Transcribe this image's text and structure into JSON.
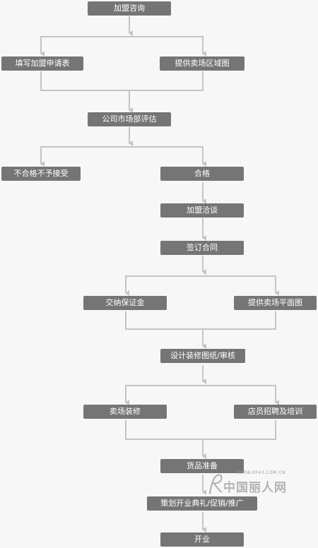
{
  "nodes": {
    "consult": "加盟咨询",
    "apply_form": "填写加盟申请表",
    "area_map": "提供卖场区域图",
    "evaluate": "公司市场部评估",
    "reject": "不合格不予接受",
    "qualified": "合格",
    "negotiate": "加盟洽谈",
    "sign": "签订合同",
    "deposit": "交纳保证金",
    "floor_plan": "提供卖场平面图",
    "design": "设计装修图纸/审核",
    "decorate": "卖场装修",
    "staff": "店员招聘及培训",
    "goods": "货品准备",
    "opening_plan": "策划开业典礼/促销/推广",
    "open": "开业"
  },
  "watermark": {
    "url": "WWW.EF43.COM.CN",
    "text": "中国丽人网"
  },
  "colors": {
    "node_fill": "#757575",
    "node_text": "#ffffff",
    "connector": "#c4c4c4",
    "background": "#f7f7f7"
  }
}
